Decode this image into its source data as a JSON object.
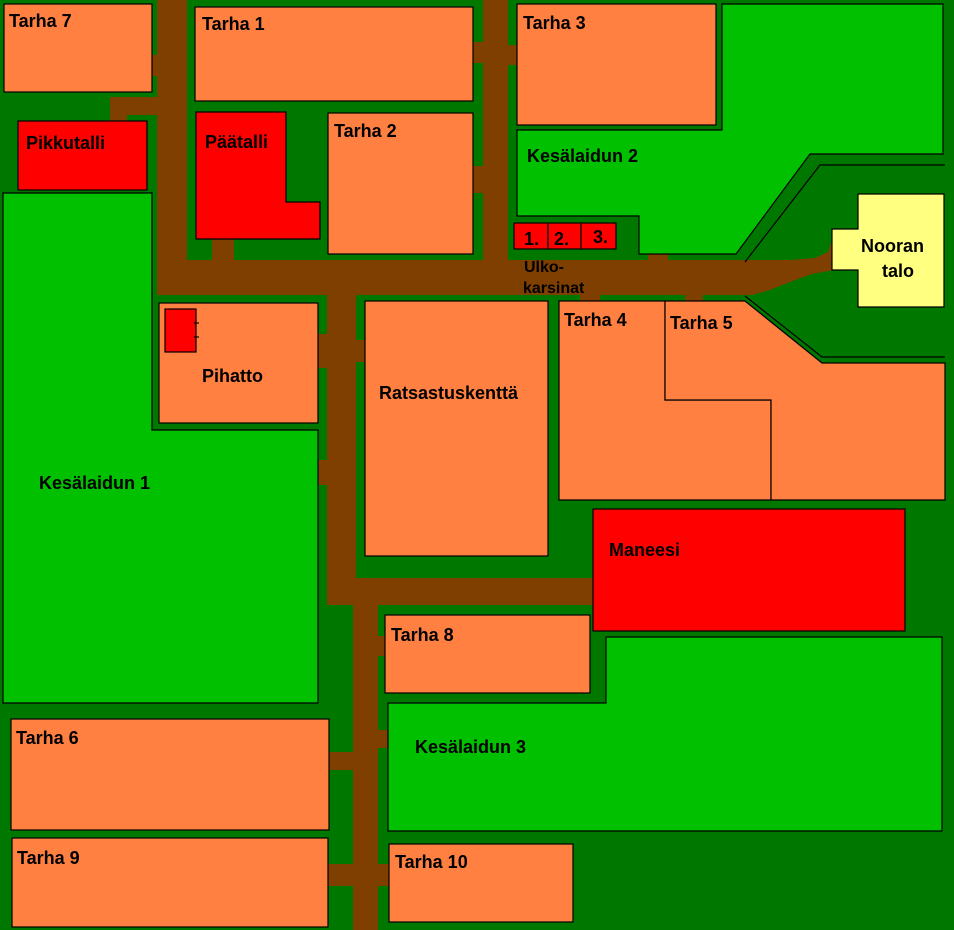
{
  "colors": {
    "background": "#007800",
    "path": "#7f3f00",
    "paddock": "#ff8040",
    "building": "#ff0000",
    "pasture": "#00c000",
    "house": "#ffff80"
  },
  "labels": {
    "tarha7": "Tarha 7",
    "tarha1": "Tarha 1",
    "tarha2": "Tarha 2",
    "tarha3": "Tarha 3",
    "tarha4": "Tarha 4",
    "tarha5": "Tarha 5",
    "tarha6": "Tarha 6",
    "tarha8": "Tarha 8",
    "tarha9": "Tarha 9",
    "tarha10": "Tarha 10",
    "pikkutalli": "Pikkutalli",
    "paatalli": "Päätalli",
    "pihatto": "Pihatto",
    "ratsastuskentta": "Ratsastuskenttä",
    "maneesi": "Maneesi",
    "kesalaidun1": "Kesälaidun 1",
    "kesalaidun2": "Kesälaidun 2",
    "kesalaidun3": "Kesälaidun 3",
    "nooran1": "Nooran",
    "nooran2": "talo",
    "ulko1": "Ulko-",
    "ulko2": "karsinat",
    "k1": "1.",
    "k2": "2.",
    "k3": "3."
  }
}
